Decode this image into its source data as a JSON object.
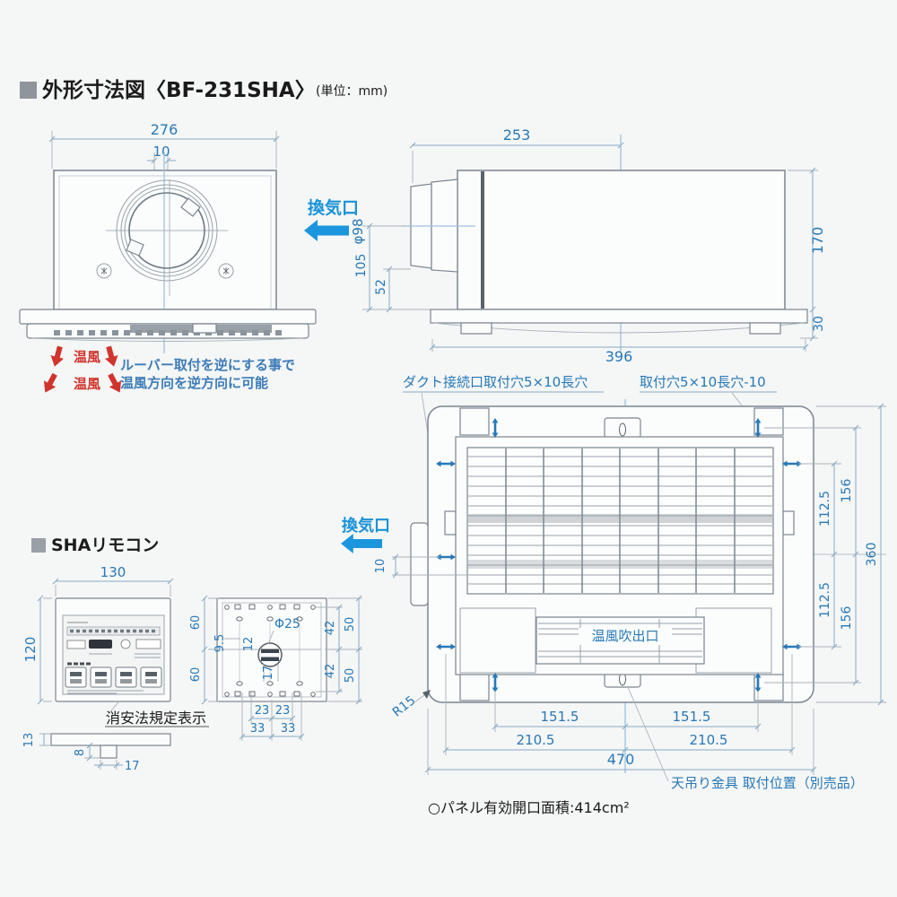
{
  "title": {
    "text": "外形寸法図〈BF-231SHA〉",
    "unit": "(単位：mm)"
  },
  "front_view": {
    "dim_width": "276",
    "dim_center_offset": "10",
    "vent_label": "換気口",
    "vent_diameter": "φ98",
    "warm_air_1": "温風",
    "warm_air_2": "温風",
    "note_line1": "ルーバー取付を逆にする事で",
    "note_line2": "温風方向を逆方向に可能"
  },
  "side_view": {
    "dim_depth": "253",
    "dim_height": "170",
    "dim_flange": "30",
    "dim_width": "396",
    "dim_duct_center": "105",
    "dim_duct_lower": "52"
  },
  "plan_view": {
    "label_duct_holes": "ダクト接続口取付穴5×10長穴",
    "label_mount_holes": "取付穴5×10長穴-10",
    "vent_label": "換気口",
    "dim_vent_offset": "10",
    "outlet_label": "温風吹出口",
    "dim_156_top": "156",
    "dim_112_top": "112.5",
    "dim_112_bottom": "112.5",
    "dim_156_bottom": "156",
    "dim_360": "360",
    "dim_151_left": "151.5",
    "dim_151_right": "151.5",
    "dim_210_left": "210.5",
    "dim_210_right": "210.5",
    "dim_470": "470",
    "corner_radius": "R15",
    "label_bracket": "天吊り金具 取付位置（別売品）",
    "note_panel_area": "○パネル有効開口面積:414cm²"
  },
  "remote": {
    "title": "SHAリモコン",
    "dim_width": "130",
    "dim_height": "120",
    "label_law": "消安法規定表示",
    "profile": {
      "dim_thickness": "13",
      "dim_boss_height": "8",
      "dim_boss_width": "17"
    },
    "back": {
      "dim_60_top": "60",
      "dim_60_bottom": "60",
      "dim_9_5": "9.5",
      "dim_12": "12",
      "hole_diameter": "Φ25",
      "dim_17": "17",
      "dim_42_top": "42",
      "dim_50_top": "50",
      "dim_42_bottom": "42",
      "dim_50_bottom": "50",
      "dim_23_left": "23",
      "dim_23_right": "23",
      "dim_33_left": "33",
      "dim_33_right": "33"
    }
  }
}
